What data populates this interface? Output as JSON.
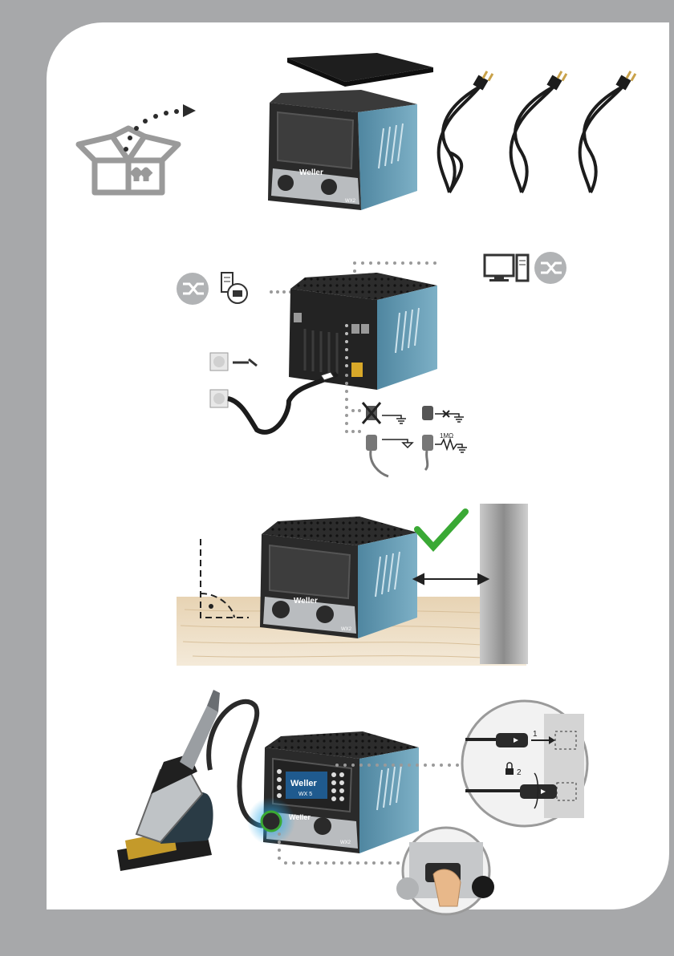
{
  "device": {
    "brand_label": "Weller",
    "model_label": "WX2",
    "screen_logo_label": "Weller",
    "screen_model_label": "WX 5"
  },
  "grounding": {
    "resistor_label": "1MΩ"
  },
  "connector_steps": {
    "step1_label": "1",
    "step2_label": "2"
  },
  "colors": {
    "background": "#a7a8aa",
    "panel": "#ffffff",
    "station_teal": "#5b8fa8",
    "station_dark": "#2b2b2b",
    "check_green": "#3aa935",
    "glow_blue": "#2aa8e8",
    "sponge_gold": "#c49a2a"
  },
  "icons": [
    "open-box-icon",
    "power-cord-icon",
    "monitor-icon",
    "pc-tower-icon",
    "usb-icon",
    "network-port-icon",
    "wall-outlet-icon",
    "checkmark-icon",
    "lock-icon",
    "rotate-arrow-icon",
    "finger-press-icon"
  ]
}
